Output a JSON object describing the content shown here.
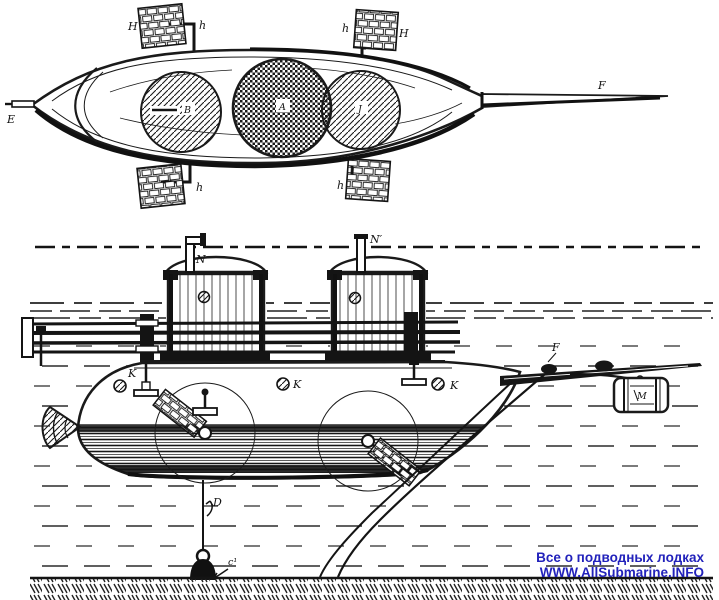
{
  "figure": {
    "kind": "engraved technical drawing",
    "subject": "early submarine, plan view (top) and side elevation (bottom)",
    "ink_color": "#1a1a1a",
    "background_color": "#ffffff"
  },
  "watermark": {
    "line1": "Все о подводных лодках",
    "line2": "WWW.AllSubmarine.INFO",
    "color": "#2222bb"
  },
  "top_view": {
    "name": "plan view",
    "labels": {
      "bow": "E",
      "tail": "F",
      "wheel_tl_outer": "H",
      "wheel_tl_inner": "h",
      "wheel_tr_inner": "h",
      "wheel_tr_outer": "H",
      "wheel_bl": "h",
      "wheel_br": "h",
      "cyl_left": "B",
      "cyl_center": "A",
      "cyl_right": "J"
    }
  },
  "side_view": {
    "name": "side elevation",
    "labels": {
      "snorkel_fwd": "N",
      "snorkel_aft": "N′",
      "valve_fwd": "K",
      "porthole_mid": "K",
      "porthole_aft": "K",
      "tail": "F",
      "mine_barrel": "M",
      "mooring_line": "D",
      "mooring_weight": "c¹"
    }
  }
}
